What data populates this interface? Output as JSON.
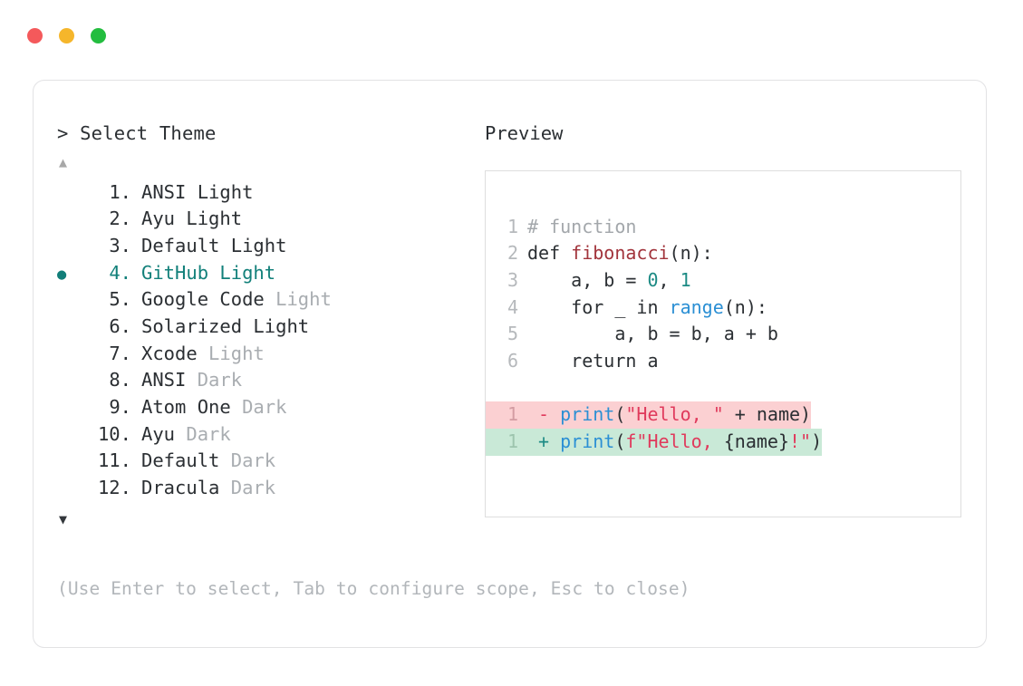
{
  "window": {
    "traffic_lights": [
      {
        "name": "close",
        "color": "#f4595b"
      },
      {
        "name": "minimize",
        "color": "#f5b62b"
      },
      {
        "name": "maximize",
        "color": "#23bd3f"
      }
    ]
  },
  "selector": {
    "prompt": "> Select Theme",
    "scroll_up_glyph": "▲",
    "scroll_down_glyph": "▼",
    "bullet_glyph": "●",
    "selected_index": 4,
    "selected_color": "#12807a",
    "muted_color": "#a9adb1",
    "items": [
      {
        "index": "1.",
        "name": "ANSI",
        "variant": "Light",
        "variant_muted": false,
        "selected": false
      },
      {
        "index": "2.",
        "name": "Ayu",
        "variant": "Light",
        "variant_muted": false,
        "selected": false
      },
      {
        "index": "3.",
        "name": "Default",
        "variant": "Light",
        "variant_muted": false,
        "selected": false
      },
      {
        "index": "4.",
        "name": "GitHub",
        "variant": "Light",
        "variant_muted": false,
        "selected": true
      },
      {
        "index": "5.",
        "name": "Google Code",
        "variant": "Light",
        "variant_muted": true,
        "selected": false
      },
      {
        "index": "6.",
        "name": "Solarized",
        "variant": "Light",
        "variant_muted": false,
        "selected": false
      },
      {
        "index": "7.",
        "name": "Xcode",
        "variant": "Light",
        "variant_muted": true,
        "selected": false
      },
      {
        "index": "8.",
        "name": "ANSI",
        "variant": "Dark",
        "variant_muted": true,
        "selected": false
      },
      {
        "index": "9.",
        "name": "Atom One",
        "variant": "Dark",
        "variant_muted": true,
        "selected": false
      },
      {
        "index": "10.",
        "name": "Ayu",
        "variant": "Dark",
        "variant_muted": true,
        "selected": false
      },
      {
        "index": "11.",
        "name": "Default",
        "variant": "Dark",
        "variant_muted": true,
        "selected": false
      },
      {
        "index": "12.",
        "name": "Dracula",
        "variant": "Dark",
        "variant_muted": true,
        "selected": false
      }
    ],
    "hint": "(Use Enter to select, Tab to configure scope, Esc to close)"
  },
  "preview": {
    "label": "Preview",
    "code_lines": [
      {
        "number": "1",
        "tokens": [
          {
            "text": "# function",
            "cls": "tk-comment"
          }
        ]
      },
      {
        "number": "2",
        "tokens": [
          {
            "text": "def ",
            "cls": "tk-plain"
          },
          {
            "text": "fibonacci",
            "cls": "tk-fn"
          },
          {
            "text": "(n):",
            "cls": "tk-plain"
          }
        ]
      },
      {
        "number": "3",
        "tokens": [
          {
            "text": "    a, b = ",
            "cls": "tk-plain"
          },
          {
            "text": "0",
            "cls": "tk-num"
          },
          {
            "text": ", ",
            "cls": "tk-plain"
          },
          {
            "text": "1",
            "cls": "tk-num"
          }
        ]
      },
      {
        "number": "4",
        "tokens": [
          {
            "text": "    for _ in ",
            "cls": "tk-plain"
          },
          {
            "text": "range",
            "cls": "tk-builtin"
          },
          {
            "text": "(n):",
            "cls": "tk-plain"
          }
        ]
      },
      {
        "number": "5",
        "tokens": [
          {
            "text": "        a, b = b, a + b",
            "cls": "tk-plain"
          }
        ]
      },
      {
        "number": "6",
        "tokens": [
          {
            "text": "    return a",
            "cls": "tk-plain"
          }
        ]
      }
    ],
    "diff_lines": [
      {
        "number": "1",
        "kind": "del",
        "bg": "#fbd0d2",
        "tokens": [
          {
            "text": " - ",
            "cls": "tk-sign"
          },
          {
            "text": "print",
            "cls": "tk-builtin"
          },
          {
            "text": "(",
            "cls": "tk-plain"
          },
          {
            "text": "\"Hello, \"",
            "cls": "tk-str"
          },
          {
            "text": " + name)",
            "cls": "tk-plain"
          }
        ]
      },
      {
        "number": "1",
        "kind": "add",
        "bg": "#c9e9d7",
        "tokens": [
          {
            "text": " + ",
            "cls": "tk-sign-add"
          },
          {
            "text": "print",
            "cls": "tk-builtin"
          },
          {
            "text": "(",
            "cls": "tk-plain"
          },
          {
            "text": "f\"Hello, ",
            "cls": "tk-str"
          },
          {
            "text": "{name}",
            "cls": "tk-plain"
          },
          {
            "text": "!\"",
            "cls": "tk-str"
          },
          {
            "text": ")",
            "cls": "tk-plain"
          }
        ]
      }
    ]
  }
}
